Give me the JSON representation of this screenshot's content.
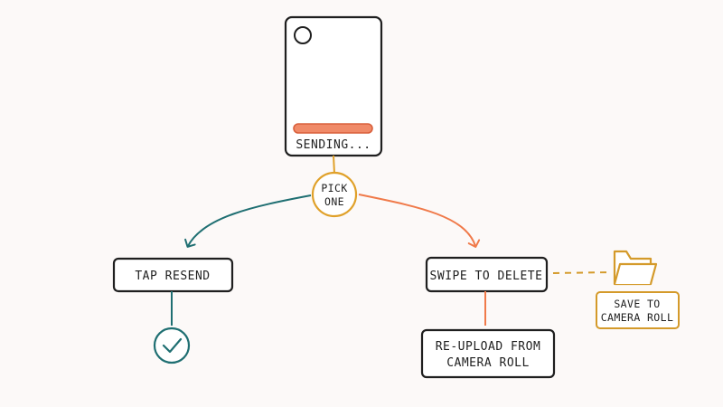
{
  "phone": {
    "status_text": "SENDING...",
    "progress_color": "#f08a68"
  },
  "decision": {
    "line1": "PICK",
    "line2": "ONE",
    "ring_color": "#e0a12a"
  },
  "left_branch": {
    "label": "TAP RESEND",
    "arrow_color": "#1f6f72",
    "result_icon": "check-circle-icon"
  },
  "right_branch": {
    "label": "SWIPE TO DELETE",
    "arrow_color": "#f07a4a",
    "next_line1": "RE-UPLOAD FROM",
    "next_line2": "CAMERA ROLL",
    "side_icon": "folder-icon",
    "side_line1": "SAVE TO",
    "side_line2": "CAMERA ROLL",
    "side_color": "#d49a2a"
  }
}
